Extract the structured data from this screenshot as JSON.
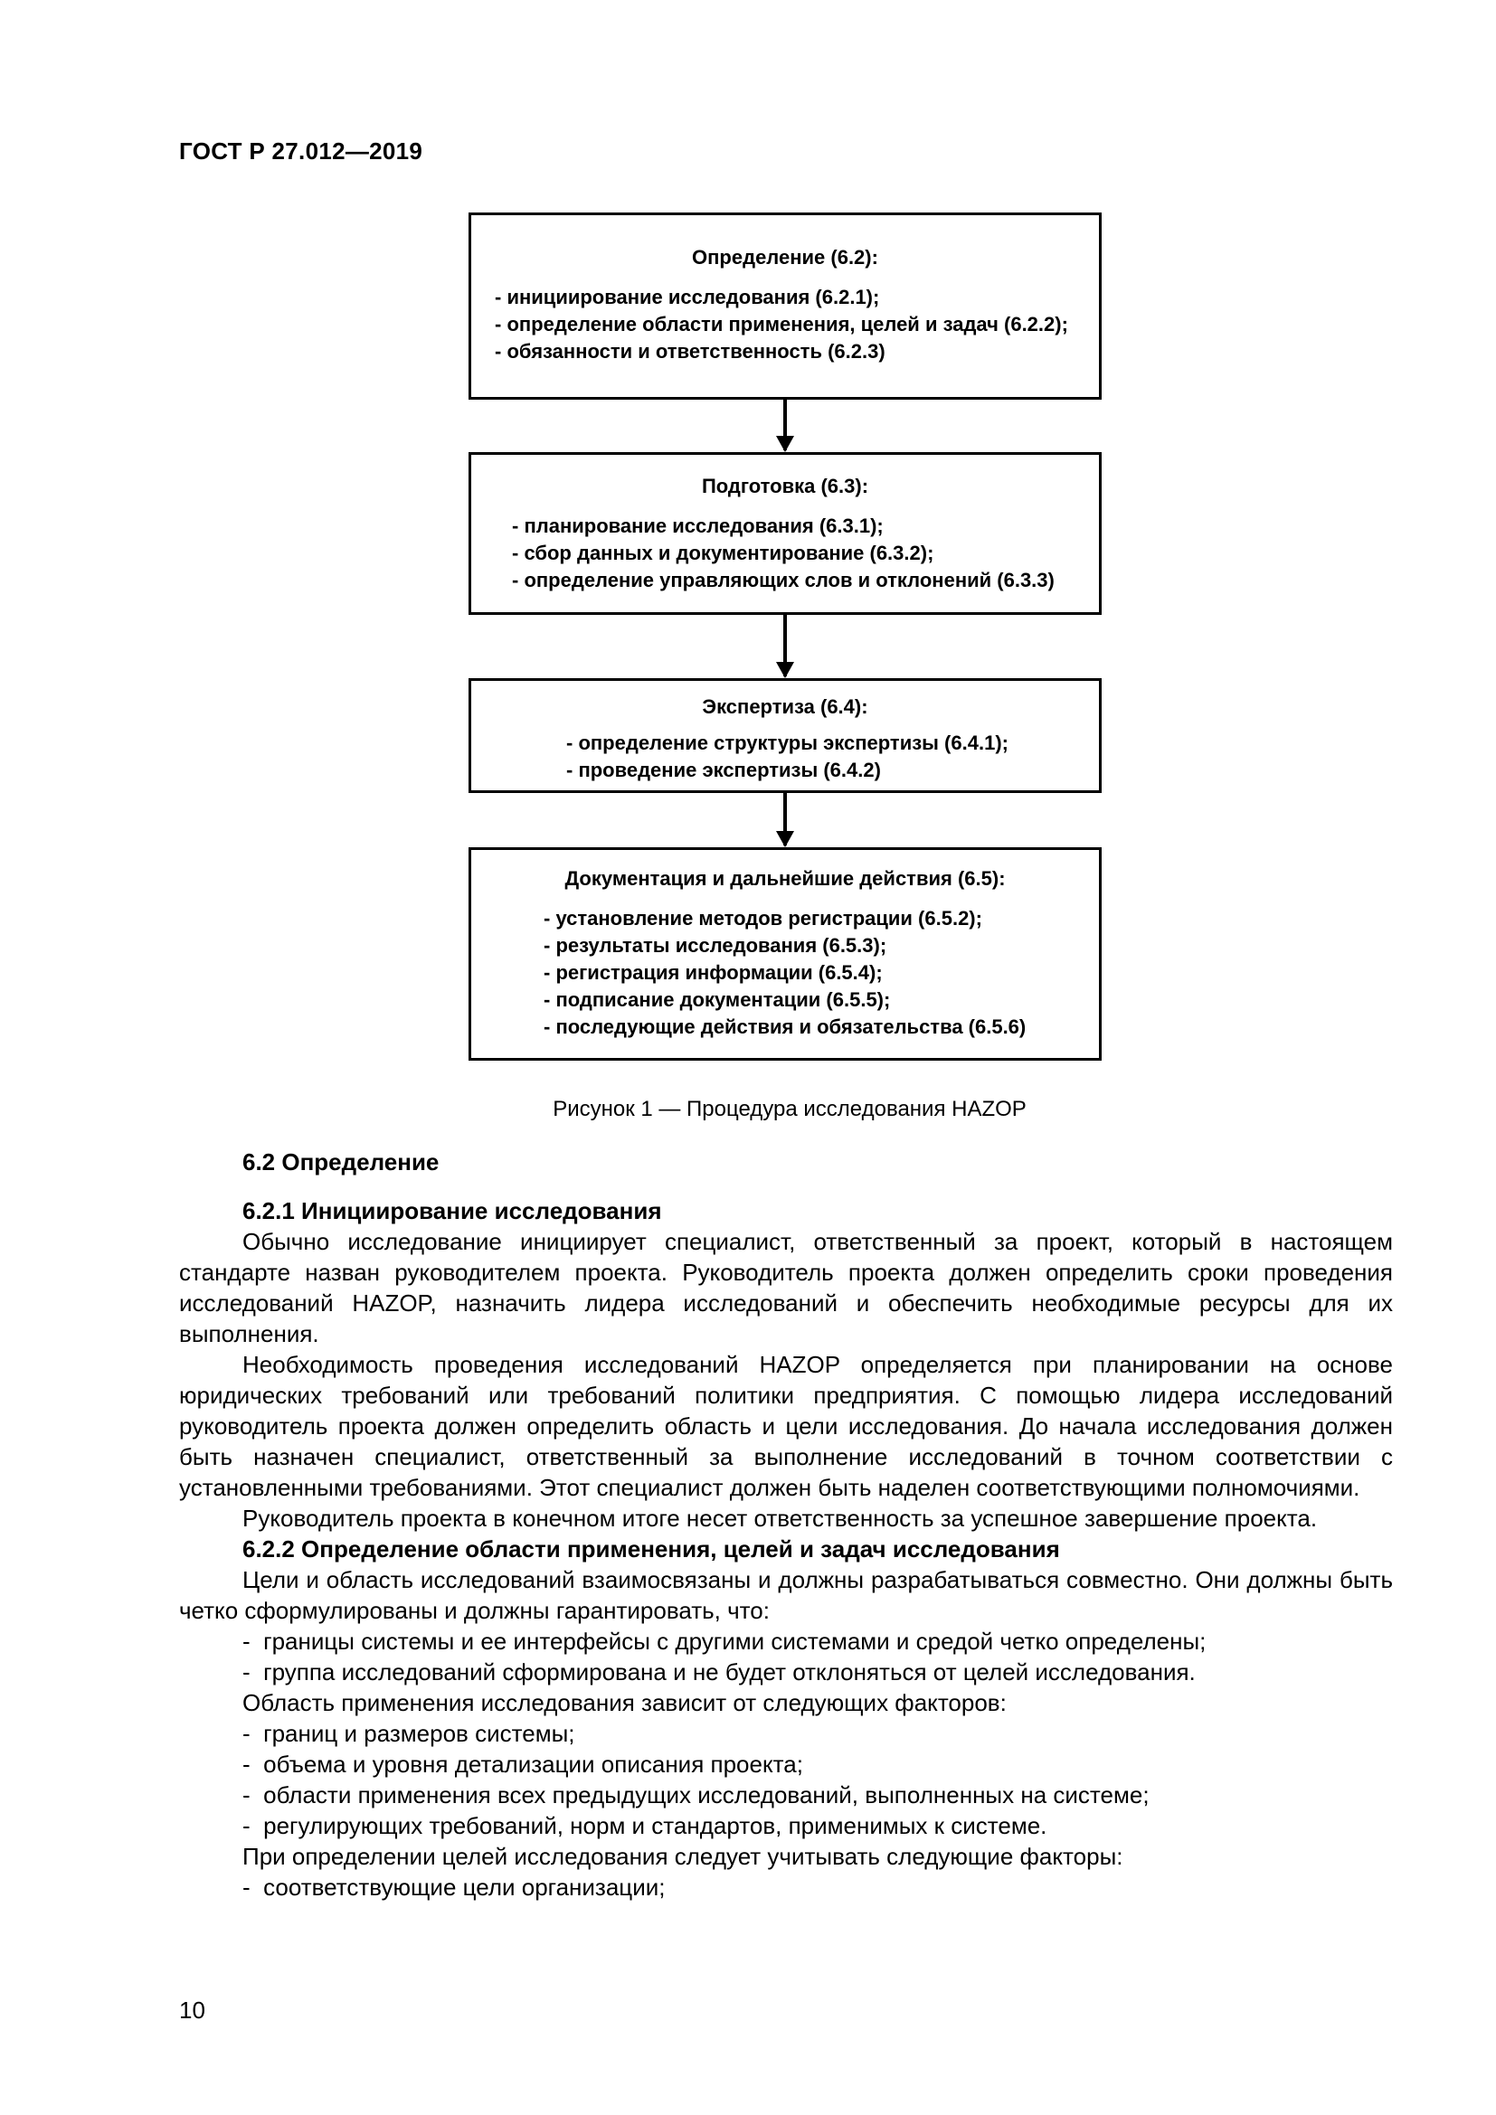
{
  "header": {
    "doc_id": "ГОСТ Р 27.012—2019"
  },
  "figure": {
    "boxes": [
      {
        "title": "Определение (6.2):",
        "items": [
          "инициирование исследования (6.2.1);",
          "определение области применения, целей и задач (6.2.2);",
          "обязанности и ответственность (6.2.3)"
        ]
      },
      {
        "title": "Подготовка (6.3):",
        "items": [
          "планирование исследования (6.3.1);",
          "сбор данных и документирование (6.3.2);",
          "определение управляющих слов и отклонений (6.3.3)"
        ]
      },
      {
        "title": "Экспертиза (6.4):",
        "items": [
          "определение структуры экспертизы (6.4.1);",
          "проведение экспертизы (6.4.2)"
        ]
      },
      {
        "title": "Документация и дальнейшие действия (6.5):",
        "items": [
          "установление методов регистрации (6.5.2);",
          "результаты исследования (6.5.3);",
          "регистрация информации (6.5.4);",
          "подписание документации (6.5.5);",
          "последующие действия и обязательства (6.5.6)"
        ]
      }
    ],
    "caption": "Рисунок 1 — Процедура исследования HAZOP"
  },
  "body": {
    "heading_6_2": "6.2 Определение",
    "heading_6_2_1": "6.2.1 Инициирование исследования",
    "p1": "Обычно исследование инициирует специалист, ответственный за проект, который в настоящем стандарте назван руководителем проекта. Руководитель проекта должен определить сроки проведения исследований HAZOP, назначить лидера исследований и обеспечить необходимые ресурсы для их выполнения.",
    "p2": "Необходимость проведения исследований HAZOP определяется при планировании на основе юридических требований или требований политики предприятия. С помощью лидера исследований руководитель проекта должен определить область и цели исследования. До начала исследования должен быть назначен специалист, ответственный за выполнение исследований в точном соответствии с установленными требованиями. Этот специалист должен быть наделен соответствующими полномочиями.",
    "p3": "Руководитель проекта в конечном итоге несет ответственность за успешное завершение проекта.",
    "heading_6_2_2": "6.2.2 Определение области применения, целей и задач исследования",
    "p4": "Цели и область исследований взаимосвязаны и должны разрабатываться совместно. Они должны быть четко сформулированы и должны гарантировать, что:",
    "list1": [
      "границы системы и ее интерфейсы с другими системами и средой четко определены;",
      "группа исследований сформирована и не будет отклоняться от целей исследования."
    ],
    "p5": "Область применения исследования зависит от следующих факторов:",
    "list2": [
      "границ и размеров системы;",
      "объема и уровня детализации описания проекта;",
      "области применения всех предыдущих исследований, выполненных на системе;",
      "регулирующих требований, норм и стандартов, применимых к системе."
    ],
    "p6": "При определении целей исследования следует учитывать следующие факторы:",
    "list3": [
      "соответствующие цели организации;"
    ]
  },
  "footer": {
    "page_number": "10"
  }
}
